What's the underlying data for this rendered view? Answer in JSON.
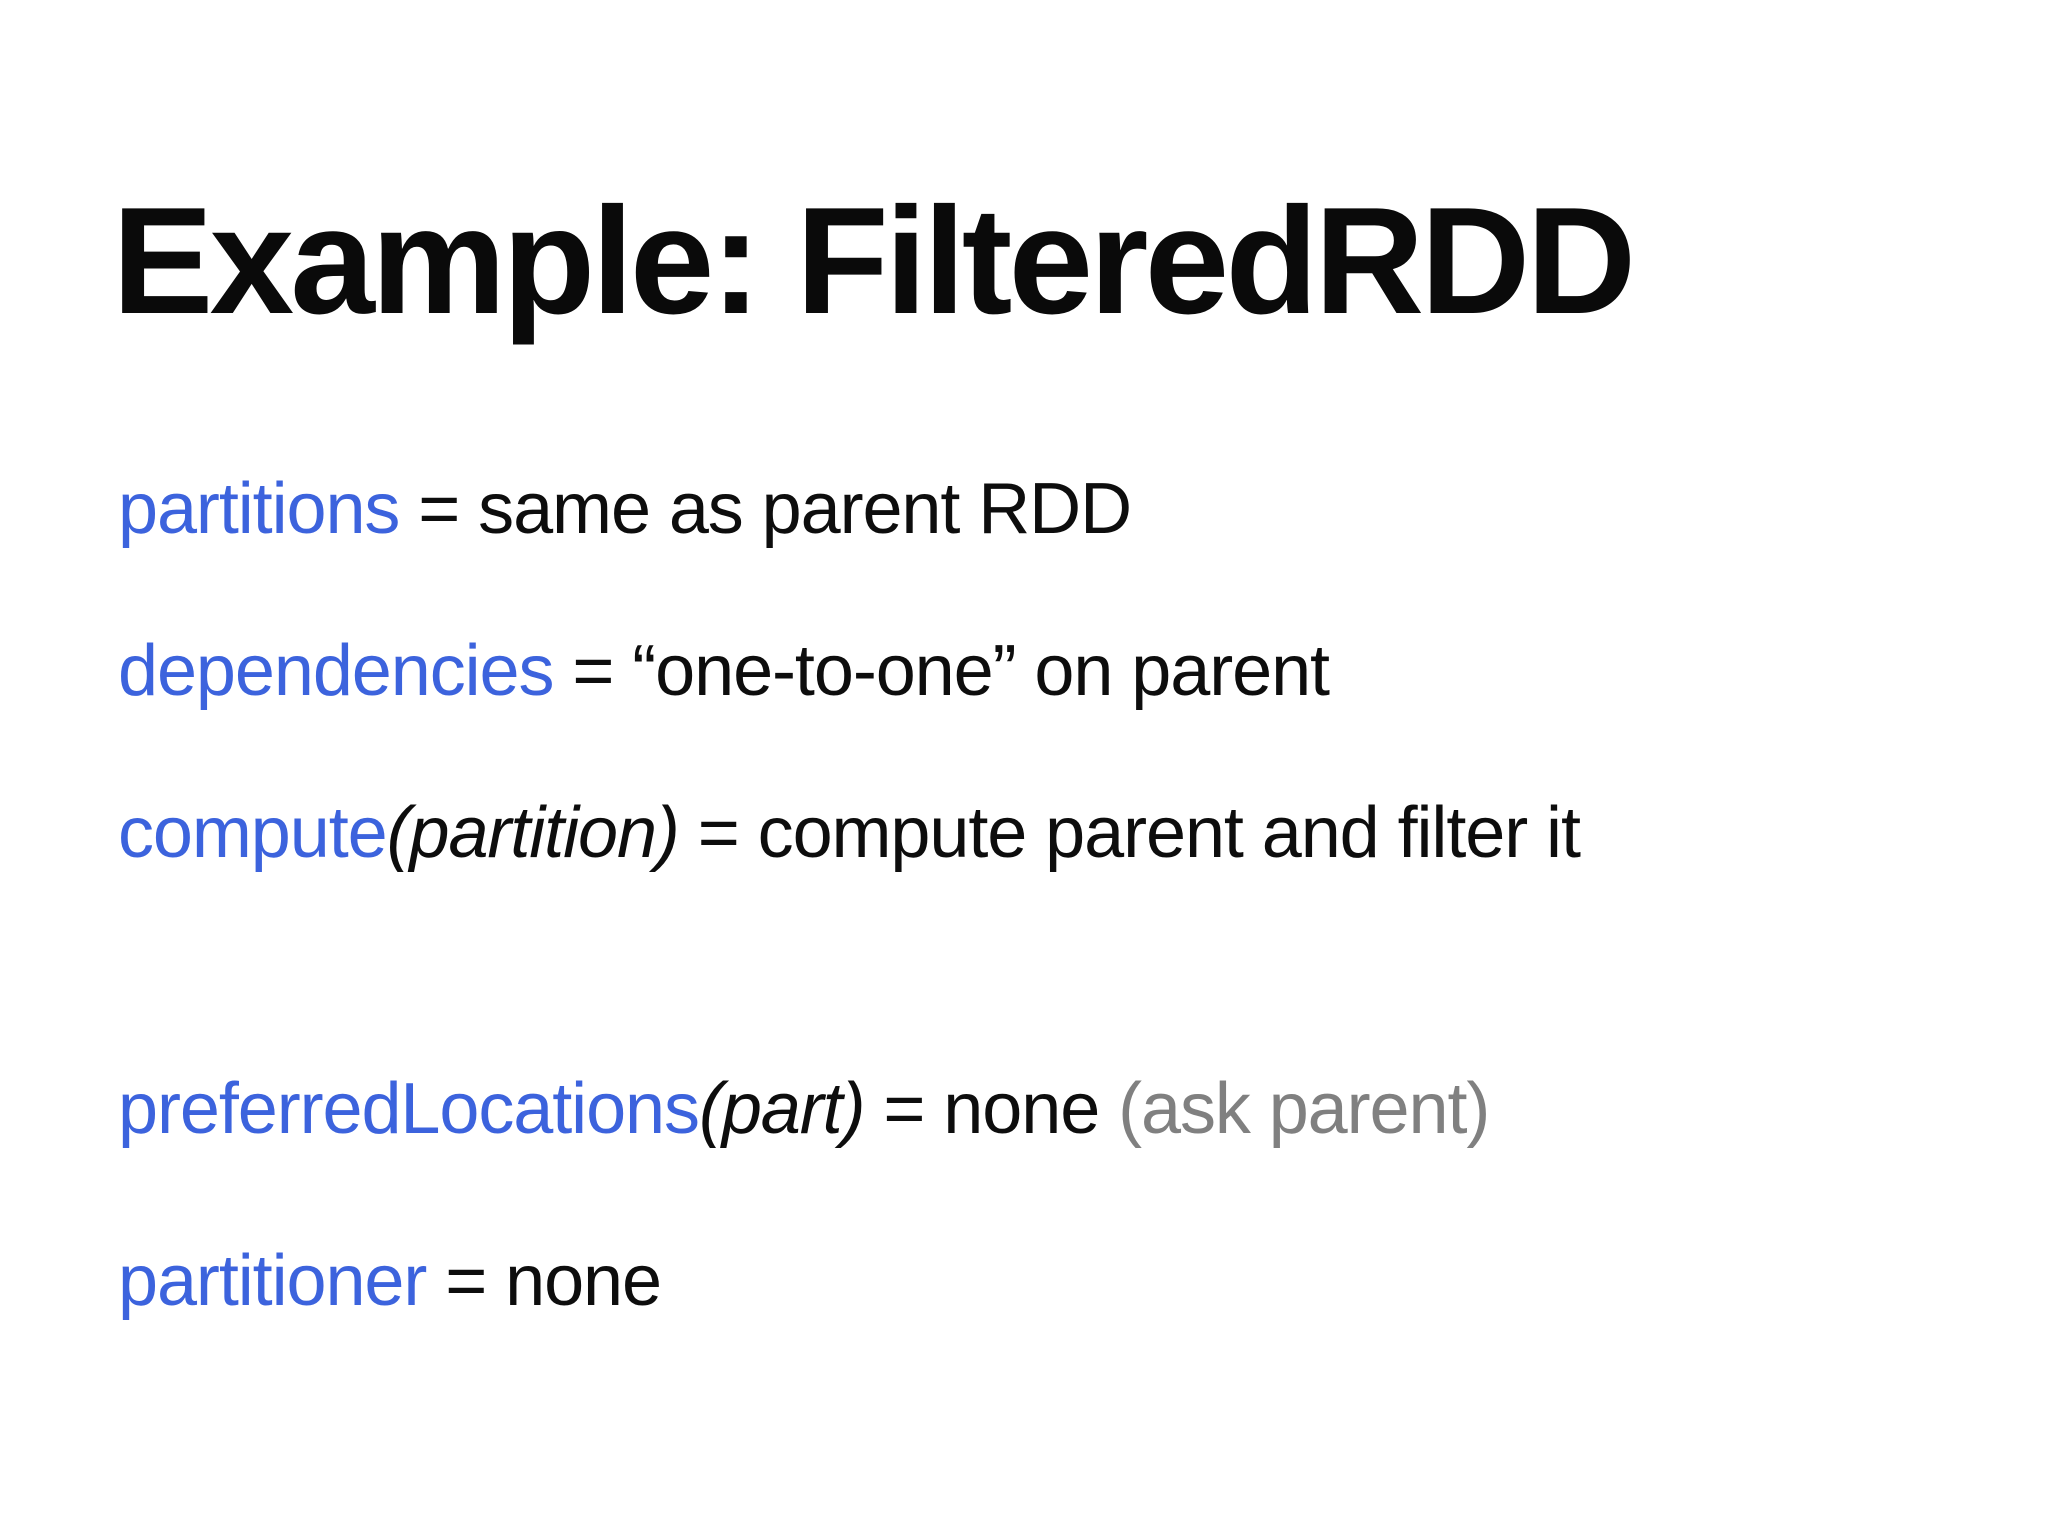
{
  "slide": {
    "title": "Example: FilteredRDD",
    "colors": {
      "background": "#ffffff",
      "title_text": "#0a0a0a",
      "body_text": "#0d0d0d",
      "keyword_blue": "#3c63dd",
      "muted_gray": "#808080"
    },
    "lines": [
      {
        "name": "partitions",
        "spans": [
          {
            "text": "partitions",
            "style": "keyword"
          },
          {
            "text": " = same as parent RDD",
            "style": "plain"
          }
        ]
      },
      {
        "name": "dependencies",
        "spans": [
          {
            "text": "dependencies",
            "style": "keyword"
          },
          {
            "text": " = “one-to-one” on parent",
            "style": "plain"
          }
        ]
      },
      {
        "name": "compute",
        "spans": [
          {
            "text": "compute",
            "style": "keyword"
          },
          {
            "text": "(partition)",
            "style": "italic"
          },
          {
            "text": " = compute parent and filter it",
            "style": "plain"
          }
        ]
      },
      {
        "name": "preferredLocations",
        "spans": [
          {
            "text": "preferredLocations",
            "style": "keyword"
          },
          {
            "text": "(part)",
            "style": "italic"
          },
          {
            "text": " = none ",
            "style": "plain"
          },
          {
            "text": "(ask parent)",
            "style": "muted"
          }
        ]
      },
      {
        "name": "partitioner",
        "spans": [
          {
            "text": "partitioner",
            "style": "keyword"
          },
          {
            "text": " = none",
            "style": "plain"
          }
        ]
      }
    ]
  }
}
